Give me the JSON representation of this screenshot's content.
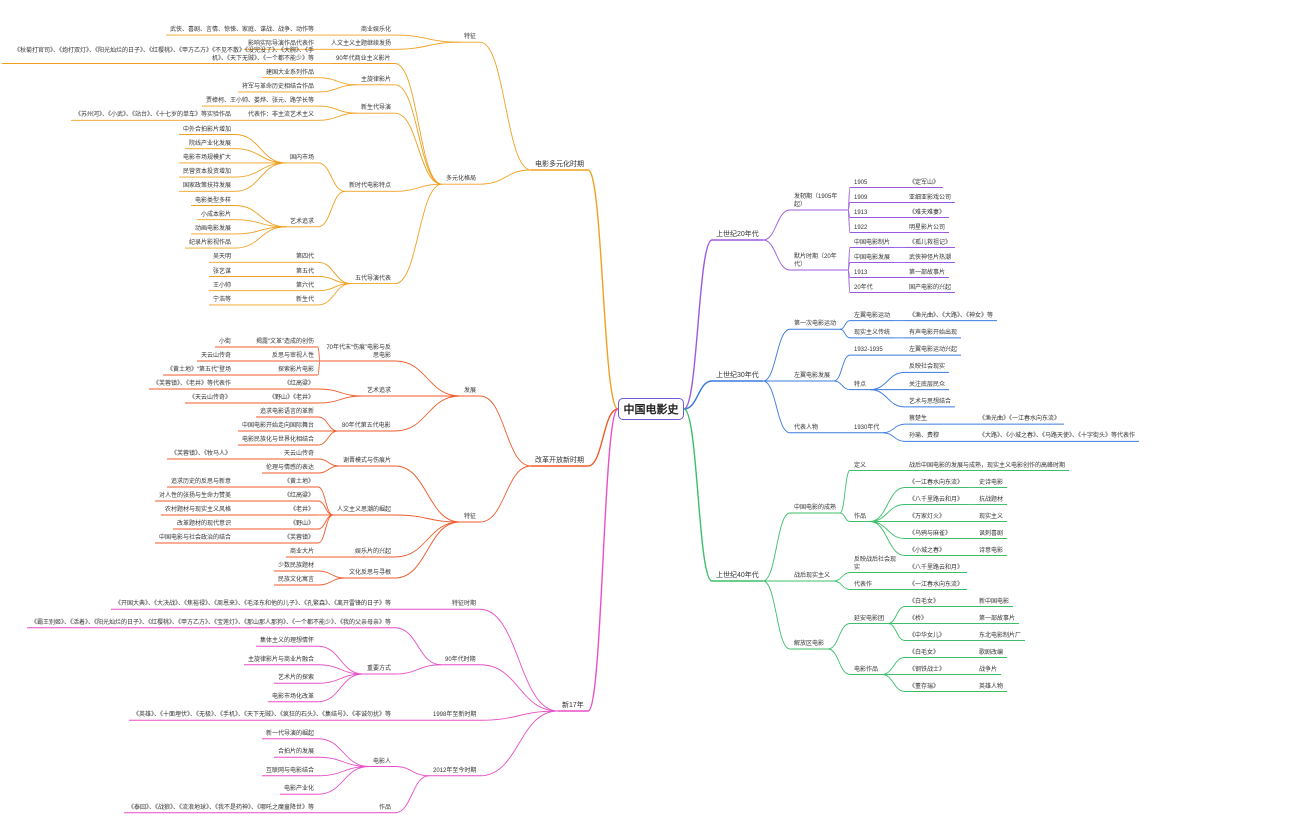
{
  "root": {
    "label": "中国电影史"
  },
  "colors": {
    "orange": "#f0a020",
    "red": "#f05a28",
    "pink": "#e84fc8",
    "purple": "#9b59e0",
    "blue": "#3a7be0",
    "green": "#3cbf6a",
    "root_border": "#6b5bd6"
  },
  "branches": {
    "left": [
      {
        "label": "电影多元化时期",
        "color": "orange",
        "children": [
          {
            "label": "特征",
            "children": [
              {
                "label": "商业娱乐化",
                "children": [
                  {
                    "label": "武侠、喜剧、言情、惊悚、家庭、谍战、战争、动作等"
                  }
                ]
              },
              {
                "label": "人文主义主题继续发扬",
                "children": [
                  {
                    "label": "影响实际导演作品代表作"
                  }
                ]
              }
            ]
          },
          {
            "label": "多元化格局",
            "children": [
              {
                "label": "90年代商业主义影片",
                "children": [
                  {
                    "label": "《秋菊打官司》、《炮打双灯》、《阳光灿烂的日子》、《红樱桃》、《甲方乙方》《不见不散》《没完没了》、《大腕》、《手机》、《天下无贼》、《一个都不能少》等"
                  }
                ]
              },
              {
                "label": "主旋律影片",
                "children": [
                  {
                    "label": "建国大业系列作品"
                  },
                  {
                    "label": "将军与革命历史相结合作品"
                  }
                ]
              },
              {
                "label": "新生代导演",
                "children": [
                  {
                    "label": "贾樟柯、王小帅、娄烨、张元、路学长等"
                  },
                  {
                    "label": "代表作：非主流艺术主义",
                    "children": [
                      {
                        "label": "《苏州河》、《小武》、《站台》、《十七岁的单车》等实验作品"
                      }
                    ]
                  }
                ]
              },
              {
                "label": "新时代电影特点",
                "children": [
                  {
                    "label": "国内市场",
                    "children": [
                      {
                        "label": "中外合拍影片增加"
                      },
                      {
                        "label": "院线产业化发展"
                      },
                      {
                        "label": "电影市场规模扩大"
                      },
                      {
                        "label": "民营资本投资增加"
                      },
                      {
                        "label": "国家政策扶持发展"
                      }
                    ]
                  },
                  {
                    "label": "艺术追求",
                    "children": [
                      {
                        "label": "电影类型多样"
                      },
                      {
                        "label": "小成本影片"
                      },
                      {
                        "label": "动画电影发展"
                      },
                      {
                        "label": "纪录片影视作品"
                      }
                    ]
                  }
                ]
              },
              {
                "label": "五代导演代表",
                "children": [
                  {
                    "label": "第四代",
                    "children": [
                      {
                        "label": "吴天明"
                      }
                    ]
                  },
                  {
                    "label": "第五代",
                    "children": [
                      {
                        "label": "张艺谋"
                      }
                    ]
                  },
                  {
                    "label": "第六代",
                    "children": [
                      {
                        "label": "王小帅"
                      }
                    ]
                  },
                  {
                    "label": "新生代",
                    "children": [
                      {
                        "label": "宁浩等"
                      }
                    ]
                  }
                ]
              }
            ]
          }
        ]
      },
      {
        "label": "改革开放新时期",
        "color": "red",
        "children": [
          {
            "label": "发展",
            "children": [
              {
                "label": "70年代末“伤痕”电影与反思电影",
                "children": [
                  {
                    "label": "揭露“文革”造成的创伤",
                    "children": [
                      {
                        "label": "小街"
                      }
                    ]
                  },
                  {
                    "label": "反思与审视人性",
                    "children": [
                      {
                        "label": "天云山传奇"
                      }
                    ]
                  },
                  {
                    "label": "探索影片电影",
                    "children": [
                      {
                        "label": "《黄土地》“第五代”登场"
                      }
                    ]
                  }
                ]
              },
              {
                "label": "艺术追求",
                "children": [
                  {
                    "label": "《红高粱》",
                    "children": [
                      {
                        "label": "《芙蓉镇》、《老井》等代表作"
                      }
                    ]
                  },
                  {
                    "label": "《野山》《老井》",
                    "children": [
                      {
                        "label": "《天云山传奇》"
                      }
                    ]
                  }
                ]
              },
              {
                "label": "80年代第五代电影",
                "children": [
                  {
                    "label": "追求电影语言的革新"
                  },
                  {
                    "label": "中国电影开始走向国际舞台"
                  },
                  {
                    "label": "电影民族化与世界化相结合"
                  }
                ]
              }
            ]
          },
          {
            "label": "特征",
            "children": [
              {
                "label": "谢晋模式与伤痕片",
                "children": [
                  {
                    "label": "天云山传奇",
                    "children": [
                      {
                        "label": "《芙蓉镇》、《牧马人》"
                      }
                    ]
                  },
                  {
                    "label": "伦理与情感的表达"
                  }
                ]
              },
              {
                "label": "人文主义思潮的崛起",
                "children": [
                  {
                    "label": "《黄土地》",
                    "children": [
                      {
                        "label": "追求历史的反思与新意"
                      }
                    ]
                  },
                  {
                    "label": "《红高粱》",
                    "children": [
                      {
                        "label": "对人性的张扬与生命力赞美"
                      }
                    ]
                  },
                  {
                    "label": "《老井》",
                    "children": [
                      {
                        "label": "农村题材与现实主义风格"
                      }
                    ]
                  },
                  {
                    "label": "《野山》",
                    "children": [
                      {
                        "label": "改革题材的现代意识"
                      }
                    ]
                  },
                  {
                    "label": "《芙蓉镇》",
                    "children": [
                      {
                        "label": "中国电影与社会政治的结合"
                      }
                    ]
                  }
                ]
              },
              {
                "label": "娱乐片的兴起",
                "children": [
                  {
                    "label": "商业大片"
                  }
                ]
              },
              {
                "label": "文化反思与寻根",
                "children": [
                  {
                    "label": "少数民族题材"
                  },
                  {
                    "label": "民族文化寓言"
                  }
                ]
              }
            ]
          }
        ]
      },
      {
        "label": "新17年",
        "color": "pink",
        "children": [
          {
            "label": "特征时期",
            "children": [
              {
                "label": "《开国大典》、《大决战》、《焦裕禄》、《周恩来》、《毛泽东和他的儿子》、《孔繁森》、《离开雷锋的日子》等"
              }
            ]
          },
          {
            "label": "90年代时期",
            "children": [
              {
                "label": "《霸王别姬》、《活着》、《阳光灿烂的日子》、《红樱桃》、《甲方乙方》、《宝莲灯》、《那山那人那狗》、《一个都不能少》、《我的父亲母亲》等"
              },
              {
                "label": "重要方式",
                "children": [
                  {
                    "label": "集体主义的理想情怀"
                  },
                  {
                    "label": "主旋律影片与商业片融合"
                  },
                  {
                    "label": "艺术片的探索"
                  },
                  {
                    "label": "电影市场化改革"
                  }
                ]
              }
            ]
          },
          {
            "label": "1998年至新时期",
            "children": [
              {
                "label": "《英雄》、《十面埋伏》、《无极》、《手机》、《天下无贼》、《疯狂的石头》、《集结号》、《非诚勿扰》等"
              }
            ]
          },
          {
            "label": "2012年至今时期",
            "children": [
              {
                "label": "电影人",
                "children": [
                  {
                    "label": "新一代导演的崛起"
                  },
                  {
                    "label": "合拍片的发展"
                  },
                  {
                    "label": "互联网与电影结合"
                  },
                  {
                    "label": "电影产业化"
                  }
                ]
              },
              {
                "label": "作品",
                "children": [
                  {
                    "label": "《泰囧》、《战狼》、《流浪地球》、《我不是药神》、《哪吒之魔童降世》等"
                  }
                ]
              }
            ]
          }
        ]
      }
    ],
    "right": [
      {
        "label": "上世纪20年代",
        "color": "purple",
        "children": [
          {
            "label": "发轫期（1905年起）",
            "children": [
              {
                "label": "1905",
                "children": [
                  {
                    "label": "《定军山》"
                  }
                ]
              },
              {
                "label": "1909",
                "children": [
                  {
                    "label": "亚细亚影戏公司"
                  }
                ]
              },
              {
                "label": "1913",
                "children": [
                  {
                    "label": "《难夫难妻》"
                  }
                ]
              },
              {
                "label": "1922",
                "children": [
                  {
                    "label": "明星影片公司"
                  }
                ]
              }
            ]
          },
          {
            "label": "默片时期（20年代）",
            "children": [
              {
                "label": "中国电影制片",
                "children": [
                  {
                    "label": "《孤儿救祖记》"
                  }
                ]
              },
              {
                "label": "中国电影发展",
                "children": [
                  {
                    "label": "武侠神怪片热潮"
                  }
                ]
              },
              {
                "label": "1913",
                "children": [
                  {
                    "label": "第一部故事片"
                  }
                ]
              },
              {
                "label": "20年代",
                "children": [
                  {
                    "label": "国产电影的兴起"
                  }
                ]
              }
            ]
          }
        ]
      },
      {
        "label": "上世纪30年代",
        "color": "blue",
        "children": [
          {
            "label": "第一次电影运动",
            "children": [
              {
                "label": "左翼电影运动",
                "children": [
                  {
                    "label": "《渔光曲》、《大路》、《神女》等"
                  }
                ]
              },
              {
                "label": "现实主义传统",
                "children": [
                  {
                    "label": "有声电影开始出现"
                  }
                ]
              }
            ]
          },
          {
            "label": "左翼电影发展",
            "children": [
              {
                "label": "1932-1935",
                "children": [
                  {
                    "label": "左翼电影运动兴起"
                  }
                ]
              },
              {
                "label": "特点",
                "children": [
                  {
                    "label": "反映社会现实"
                  },
                  {
                    "label": "关注底层民众"
                  },
                  {
                    "label": "艺术与思想结合"
                  }
                ]
              }
            ]
          },
          {
            "label": "代表人物",
            "children": [
              {
                "label": "1930年代",
                "children": [
                  {
                    "label": "蔡楚生",
                    "children": [
                      {
                        "label": "《渔光曲》《一江春水向东流》"
                      }
                    ]
                  },
                  {
                    "label": "孙瑜、费穆",
                    "children": [
                      {
                        "label": "《大路》、《小城之春》、《马路天使》、《十字街头》等代表作"
                      }
                    ]
                  }
                ]
              }
            ]
          }
        ]
      },
      {
        "label": "上世纪40年代",
        "color": "green",
        "children": [
          {
            "label": "中国电影的成熟",
            "children": [
              {
                "label": "定义",
                "children": [
                  {
                    "label": "战后中国电影的发展与成熟，现实主义电影创作的高峰时期"
                  }
                ]
              },
              {
                "label": "作品",
                "children": [
                  {
                    "label": "《一江春水向东流》",
                    "children": [
                      {
                        "label": "史诗电影"
                      }
                    ]
                  },
                  {
                    "label": "《八千里路云和月》",
                    "children": [
                      {
                        "label": "抗战题材"
                      }
                    ]
                  },
                  {
                    "label": "《万家灯火》",
                    "children": [
                      {
                        "label": "现实主义"
                      }
                    ]
                  },
                  {
                    "label": "《乌鸦与麻雀》",
                    "children": [
                      {
                        "label": "讽刺喜剧"
                      }
                    ]
                  },
                  {
                    "label": "《小城之春》",
                    "children": [
                      {
                        "label": "诗意电影"
                      }
                    ]
                  }
                ]
              }
            ]
          },
          {
            "label": "战后现实主义",
            "children": [
              {
                "label": "反映战后社会现实",
                "children": [
                  {
                    "label": "《八千里路云和月》"
                  }
                ]
              },
              {
                "label": "代表作",
                "children": [
                  {
                    "label": "《一江春水向东流》"
                  }
                ]
              }
            ]
          },
          {
            "label": "解放区电影",
            "children": [
              {
                "label": "延安电影团",
                "children": [
                  {
                    "label": "《白毛女》",
                    "children": [
                      {
                        "label": "新中国电影"
                      }
                    ]
                  },
                  {
                    "label": "《桥》",
                    "children": [
                      {
                        "label": "第一部故事片"
                      }
                    ]
                  },
                  {
                    "label": "《中华女儿》",
                    "children": [
                      {
                        "label": "东北电影制片厂"
                      }
                    ]
                  }
                ]
              },
              {
                "label": "电影作品",
                "children": [
                  {
                    "label": "《白毛女》",
                    "children": [
                      {
                        "label": "歌剧改编"
                      }
                    ]
                  },
                  {
                    "label": "《钢铁战士》",
                    "children": [
                      {
                        "label": "战争片"
                      }
                    ]
                  },
                  {
                    "label": "《董存瑞》",
                    "children": [
                      {
                        "label": "英雄人物"
                      }
                    ]
                  }
                ]
              }
            ]
          }
        ]
      }
    ]
  }
}
